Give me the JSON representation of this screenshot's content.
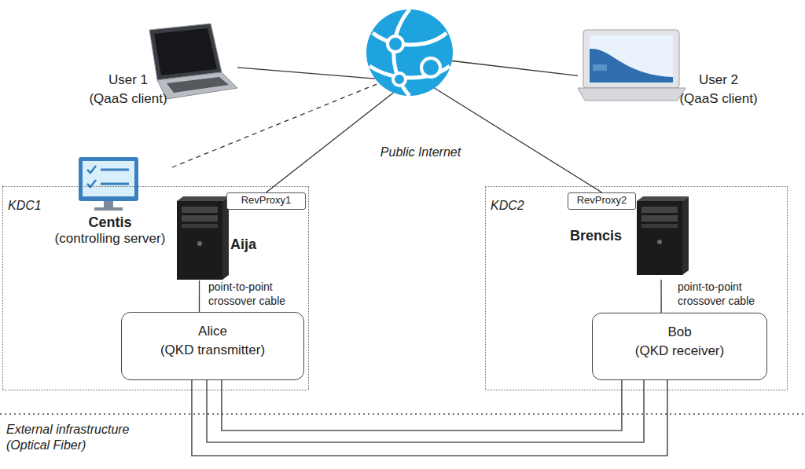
{
  "diagram": {
    "nodes": [
      {
        "text": [
          "User 1",
          "(QaaS client)"
        ]
      },
      {
        "text": [
          "Public Internet"
        ]
      },
      {
        "text": [
          "User 2",
          "(QaaS client)"
        ]
      },
      {
        "text": [
          "KDC1"
        ]
      },
      {
        "text": [
          "Centis",
          "(controlling server)"
        ],
        "in": 3
      },
      {
        "text": [
          "RevProxy1"
        ],
        "in": 3
      },
      {
        "text": [
          "Aija"
        ],
        "in": 3
      },
      {
        "text": [
          "Alice",
          "(QKD transmitter)"
        ],
        "in": 3
      },
      {
        "text": [
          "KDC2"
        ]
      },
      {
        "text": [
          "RevProxy2"
        ],
        "in": 8
      },
      {
        "text": [
          "Brencis"
        ],
        "in": 8
      },
      {
        "text": [
          "Bob",
          "(QKD receiver)"
        ],
        "in": 8
      }
    ],
    "edges": [
      {
        "from": 0,
        "to": 1,
        "arrow": "none"
      },
      {
        "from": 2,
        "to": 1,
        "arrow": "none"
      },
      {
        "from": 4,
        "to": 1,
        "arrow": "none"
      },
      {
        "from": 5,
        "to": 1,
        "arrow": "none"
      },
      {
        "from": 9,
        "to": 1,
        "arrow": "none"
      },
      {
        "from": 6,
        "to": 7,
        "arrow": "none"
      },
      {
        "from": 10,
        "to": 11,
        "arrow": "none"
      },
      {
        "from": 7,
        "to": 11,
        "arrow": "none"
      },
      {
        "from": 7,
        "to": 11,
        "arrow": "none"
      },
      {
        "from": 7,
        "to": 11,
        "arrow": "none"
      }
    ],
    "labels": [
      "point-to-point crossover cable",
      "point-to-point crossover cable",
      "External infrastructure (Optical Fiber)"
    ]
  }
}
